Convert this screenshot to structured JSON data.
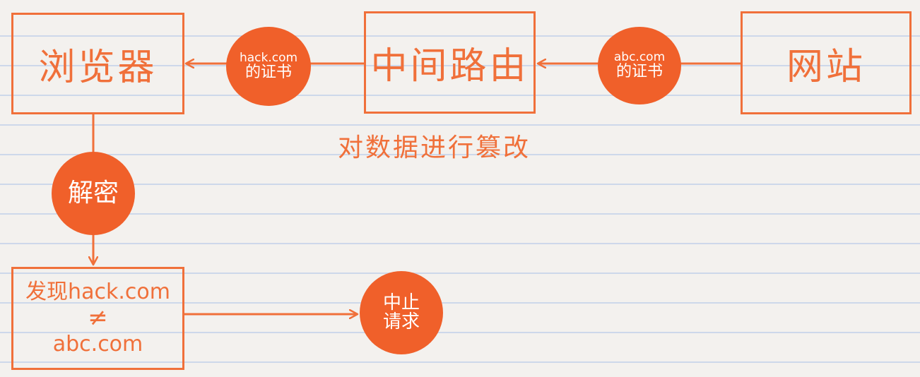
{
  "nodes": {
    "browser": "浏览器",
    "router": "中间路由",
    "website": "网站",
    "result_line1": "发现hack.com",
    "result_neq": "≠",
    "result_line2": "abc.com"
  },
  "badges": {
    "hack_cert_line1": "hack.com",
    "hack_cert_line2": "的证书",
    "abc_cert_line1": "abc.com",
    "abc_cert_line2": "的证书",
    "decrypt": "解密",
    "stop_line1": "中止",
    "stop_line2": "请求"
  },
  "notes": {
    "tamper": "对数据进行篡改"
  },
  "colors": {
    "accent": "#f0703a",
    "badge_fill": "#f0602a",
    "badge_text": "#ffffff",
    "paper": "#f3f1ee",
    "rule_lines": "#cdd8ea"
  }
}
